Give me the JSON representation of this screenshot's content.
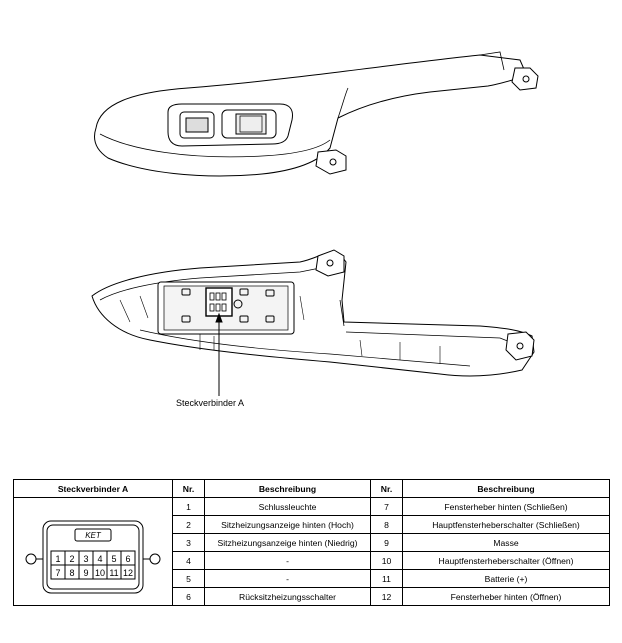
{
  "callout": {
    "label": "Steckverbinder A"
  },
  "table": {
    "headers": {
      "connector": "Steckverbinder A",
      "nr": "Nr.",
      "desc": "Beschreibung"
    },
    "connector_text": "KET",
    "pins_top": [
      "1",
      "2",
      "3",
      "4",
      "5",
      "6"
    ],
    "pins_bottom": [
      "7",
      "8",
      "9",
      "10",
      "11",
      "12"
    ],
    "rows": [
      {
        "nr_l": "1",
        "desc_l": "Schlussleuchte",
        "nr_r": "7",
        "desc_r": "Fensterheber hinten (Schließen)"
      },
      {
        "nr_l": "2",
        "desc_l": "Sitzheizungsanzeige hinten (Hoch)",
        "nr_r": "8",
        "desc_r": "Hauptfensterheberschalter (Schließen)"
      },
      {
        "nr_l": "3",
        "desc_l": "Sitzheizungsanzeige hinten (Niedrig)",
        "nr_r": "9",
        "desc_r": "Masse"
      },
      {
        "nr_l": "4",
        "desc_l": "-",
        "nr_r": "10",
        "desc_r": "Hauptfensterheberschalter (Öffnen)"
      },
      {
        "nr_l": "5",
        "desc_l": "-",
        "nr_r": "11",
        "desc_r": "Batterie (+)"
      },
      {
        "nr_l": "6",
        "desc_l": "Rücksitzheizungsschalter",
        "nr_r": "12",
        "desc_r": "Fensterheber hinten (Öffnen)"
      }
    ]
  }
}
